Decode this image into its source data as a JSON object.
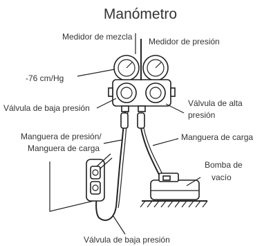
{
  "title": "Manómetro",
  "labels": {
    "mix_gauge": "Medidor de mezcla",
    "pressure_gauge": "Medidor de presión",
    "vacuum_reading": "-76 cm/Hg",
    "low_valve": "Válvula de baja presión",
    "high_valve_line1": "Válvula de alta",
    "high_valve_line2": "presión",
    "pressure_hose_line1": "Manguera de presión/",
    "pressure_hose_line2": "Manguera de carga",
    "charge_hose": "Manguera de carga",
    "vacuum_pump_line1": "Bomba de",
    "vacuum_pump_line2": "vacío",
    "bottom_low_valve": "Válvula de baja presión"
  }
}
